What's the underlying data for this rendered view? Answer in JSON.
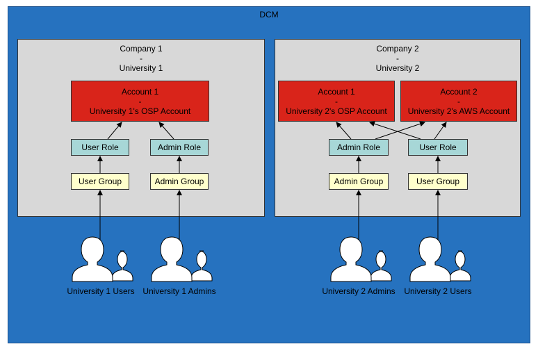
{
  "dcm": {
    "title": "DCM"
  },
  "company1": {
    "title_line1": "Company 1",
    "title_sep": "-",
    "title_line2": "University 1",
    "account": {
      "line1": "Account 1",
      "sep": "-",
      "line2": "University 1's OSP Account"
    },
    "user_role": "User Role",
    "admin_role": "Admin Role",
    "user_group": "User Group",
    "admin_group": "Admin Group",
    "users_label": "University 1 Users",
    "admins_label": "University 1 Admins"
  },
  "company2": {
    "title_line1": "Company 2",
    "title_sep": "-",
    "title_line2": "University 2",
    "account1": {
      "line1": "Account 1",
      "sep": "-",
      "line2": "University 2's OSP Account"
    },
    "account2": {
      "line1": "Account 2",
      "sep": "-",
      "line2": "University 2's AWS Account"
    },
    "admin_role": "Admin Role",
    "user_role": "User Role",
    "admin_group": "Admin Group",
    "user_group": "User Group",
    "admins_label": "University 2 Admins",
    "users_label": "University 2 Users"
  },
  "colors": {
    "dcm_bg": "#2672bf",
    "company_bg": "#d8d8d8",
    "account_bg": "#d9241a",
    "role_bg": "#a7d7d7",
    "group_bg": "#ffffcc"
  },
  "icons": {
    "people": "user-group-icon"
  }
}
